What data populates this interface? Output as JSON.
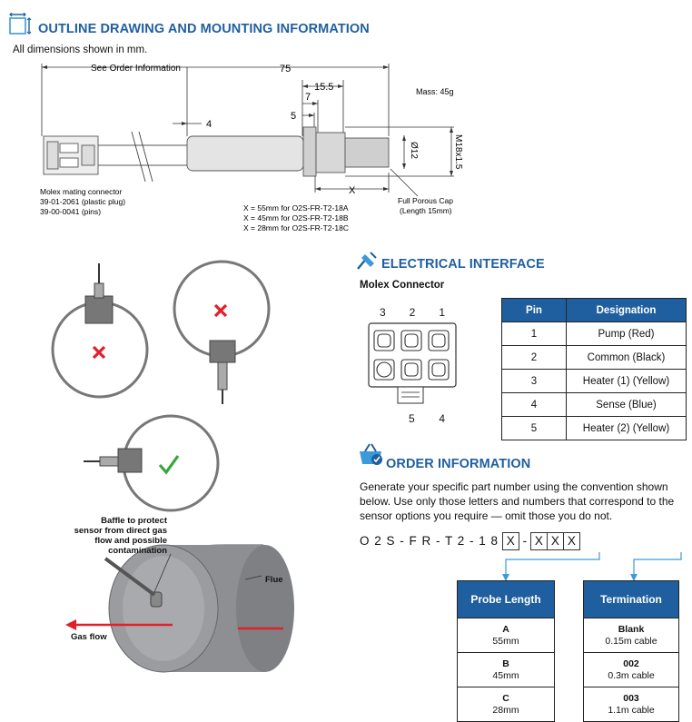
{
  "outline": {
    "title": "OUTLINE DRAWING AND MOUNTING INFORMATION",
    "dims_note": "All dimensions shown in mm.",
    "see_order": "See Order Information",
    "dim_75": "75",
    "dim_4": "4",
    "dim_15_5": "15.5",
    "dim_7": "7",
    "dim_5": "5",
    "mass": "Mass: 45g",
    "dim_dia12": "Ø12",
    "dim_m18": "M18x1.5",
    "dim_x": "X",
    "porous_cap_1": "Full Porous Cap",
    "porous_cap_2": "(Length 15mm)",
    "molex_1": "Molex mating connector",
    "molex_2": "39-01-2061 (plastic plug)",
    "molex_3": "39-00-0041 (pins)",
    "x_a": "X = 55mm for O2S-FR-T2-18A",
    "x_b": "X = 45mm for O2S-FR-T2-18B",
    "x_c": "X = 28mm for O2S-FR-T2-18C"
  },
  "mounting": {
    "baffle_1": "Baffle to protect",
    "baffle_2": "sensor from direct gas",
    "baffle_3": "flow and possible",
    "baffle_4": "contamination",
    "flue": "Flue",
    "gas_flow": "Gas flow"
  },
  "electrical": {
    "title": "ELECTRICAL INTERFACE",
    "connector_title": "Molex Connector",
    "pin_labels_top": [
      "3",
      "2",
      "1"
    ],
    "pin_labels_bottom": [
      "5",
      "4"
    ],
    "headers": [
      "Pin",
      "Designation"
    ],
    "rows": [
      [
        "1",
        "Pump (Red)"
      ],
      [
        "2",
        "Common (Black)"
      ],
      [
        "3",
        "Heater (1) (Yellow)"
      ],
      [
        "4",
        "Sense (Blue)"
      ],
      [
        "5",
        "Heater (2) (Yellow)"
      ]
    ]
  },
  "order": {
    "title": "ORDER INFORMATION",
    "para": "Generate your specific part number using the convention shown below. Use only those letters and numbers that correspond to the sensor options you require — omit those you do not.",
    "part_prefix": "O 2 S - F R - T 2 - 1 8",
    "box1": "X",
    "dash": "-",
    "boxes": [
      "X",
      "X",
      "X"
    ],
    "probe_header": "Probe Length",
    "probe_rows": [
      {
        "code": "A",
        "value": "55mm"
      },
      {
        "code": "B",
        "value": "45mm"
      },
      {
        "code": "C",
        "value": "28mm"
      }
    ],
    "term_header": "Termination",
    "term_rows": [
      {
        "code": "Blank",
        "value": "0.15m cable"
      },
      {
        "code": "002",
        "value": "0.3m cable"
      },
      {
        "code": "003",
        "value": "1.1m cable"
      }
    ]
  },
  "colors": {
    "accent": "#1f5f9f",
    "cross": "#e0202a",
    "tick": "#3aa63a"
  }
}
